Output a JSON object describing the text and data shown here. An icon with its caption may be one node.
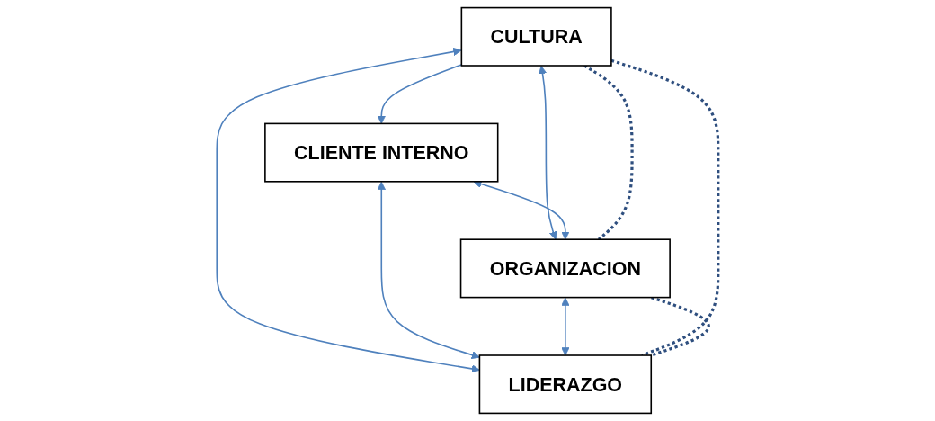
{
  "diagram": {
    "nodes": [
      {
        "text": [
          "CULTURA"
        ]
      },
      {
        "text": [
          "CLIENTE INTERNO"
        ]
      },
      {
        "text": [
          "ORGANIZACION"
        ]
      },
      {
        "text": [
          "LIDERAZGO"
        ]
      }
    ],
    "edges": [
      {
        "from": 0,
        "to": 1,
        "arrow": "to"
      },
      {
        "from": 0,
        "to": 2,
        "arrow": "both"
      },
      {
        "from": 1,
        "to": 2,
        "arrow": "both"
      },
      {
        "from": 0,
        "to": 3,
        "arrow": "both"
      },
      {
        "from": 1,
        "to": 3,
        "arrow": "both"
      },
      {
        "from": 2,
        "to": 3,
        "arrow": "both"
      },
      {
        "from": 0,
        "to": 2,
        "arrow": "none",
        "style": "dashed",
        "color": "#2f4f7f"
      },
      {
        "from": 0,
        "to": 3,
        "arrow": "none",
        "style": "dashed",
        "color": "#2f4f7f"
      },
      {
        "from": 2,
        "to": 3,
        "arrow": "none",
        "style": "dashed",
        "color": "#2f4f7f"
      }
    ]
  }
}
